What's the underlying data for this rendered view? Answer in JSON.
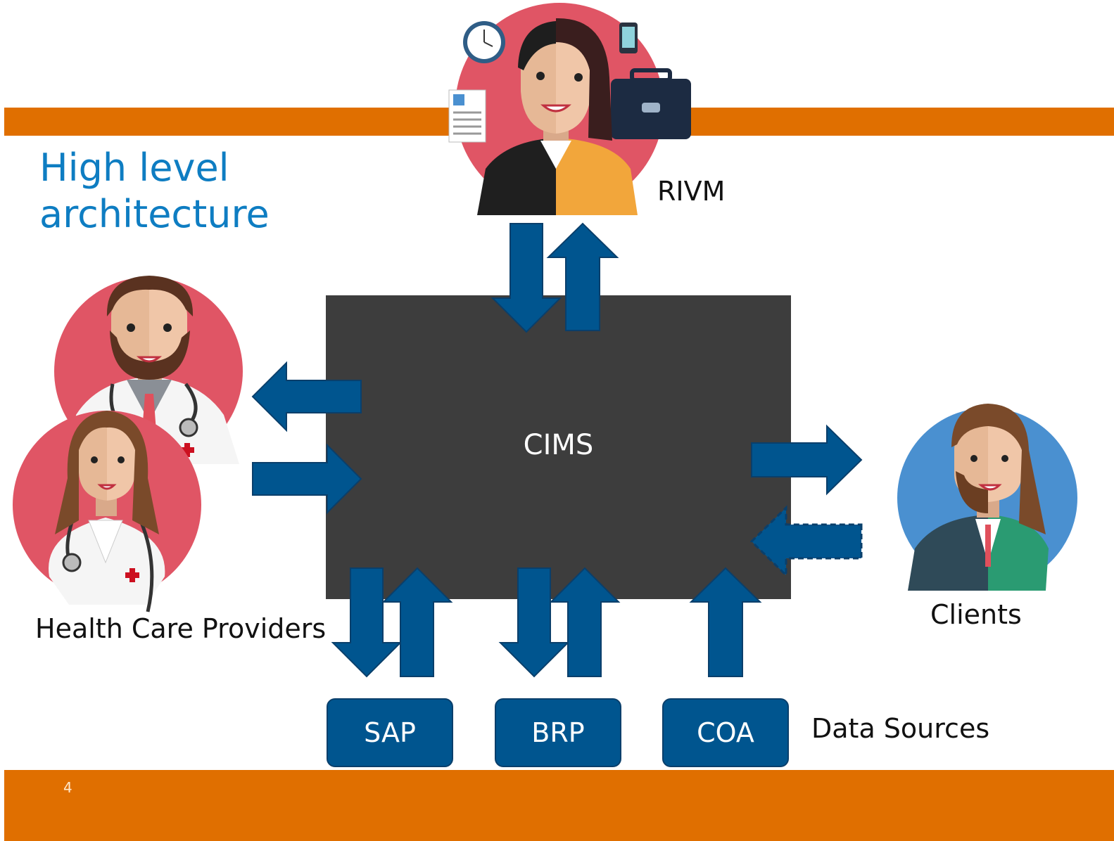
{
  "slide": {
    "title_line1": "High level",
    "title_line2": "architecture",
    "page_number": "4"
  },
  "system": {
    "label": "CIMS"
  },
  "actors": {
    "rivm": {
      "label": "RIVM",
      "icon": "business-person-icon"
    },
    "health_care_providers": {
      "label": "Health Care Providers",
      "icon": "doctors-icon"
    },
    "clients": {
      "label": "Clients",
      "icon": "client-person-icon"
    }
  },
  "data_sources": {
    "label": "Data Sources",
    "items": [
      "SAP",
      "BRP",
      "COA"
    ]
  },
  "colors": {
    "accent_orange": "#e06f00",
    "title_blue": "#0e7dc2",
    "arrow_blue": "#00558f",
    "system_box": "#3d3d3d",
    "avatar_red": "#e05565",
    "avatar_blue": "#4a90d0"
  }
}
